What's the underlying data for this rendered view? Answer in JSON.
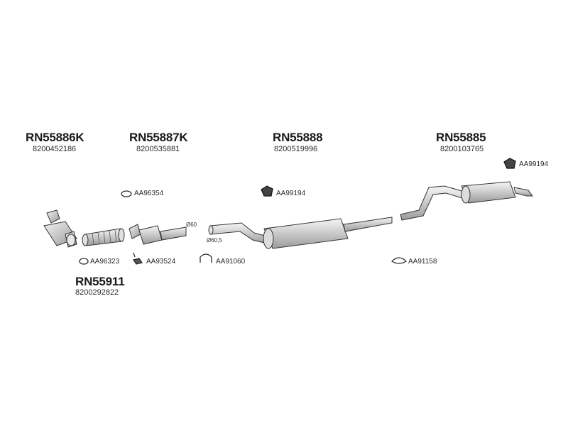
{
  "groups": [
    {
      "code": "RN55886K",
      "number": "8200452186"
    },
    {
      "code": "RN55887K",
      "number": "8200535881"
    },
    {
      "code": "RN55888",
      "number": "8200519996"
    },
    {
      "code": "RN55885",
      "number": "8200103765"
    },
    {
      "code": "RN55911",
      "number": "8200292822"
    }
  ],
  "accessories": [
    {
      "label": "AA96354",
      "icon": "ring-gasket-icon"
    },
    {
      "label": "AA99194",
      "icon": "rubber-mount-icon"
    },
    {
      "label": "AA99194",
      "icon": "rubber-mount-icon"
    },
    {
      "label": "AA96323",
      "icon": "ring-gasket-icon"
    },
    {
      "label": "AA93524",
      "icon": "bolt-set-icon"
    },
    {
      "label": "AA91060",
      "icon": "u-clamp-icon"
    },
    {
      "label": "AA91158",
      "icon": "clamp-icon"
    }
  ],
  "dimensions": [
    "Ø60",
    "Ø60,5"
  ],
  "colors": {
    "line": "#333333",
    "shade": "#cfcfcf",
    "light": "#eeeeee"
  }
}
